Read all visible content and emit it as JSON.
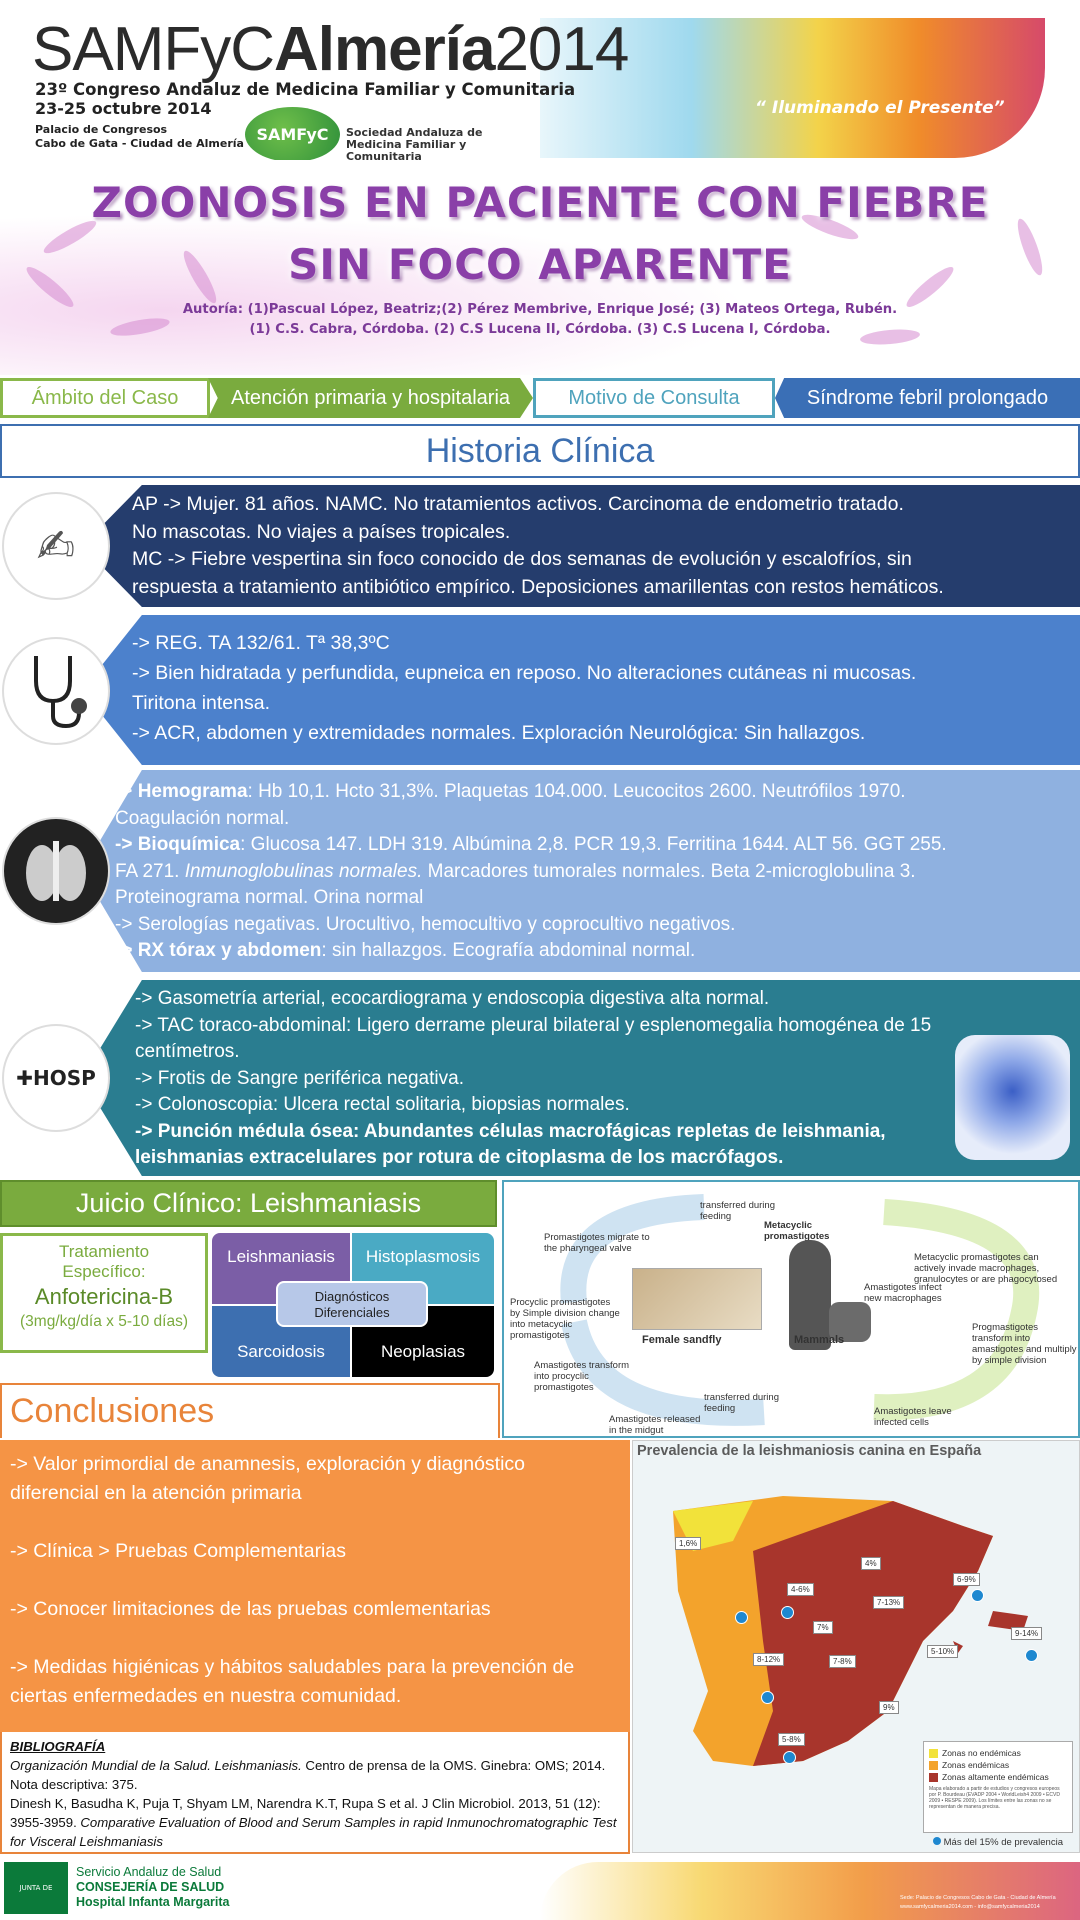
{
  "header": {
    "logo_light": "SAMFyC",
    "logo_bold": "Almería",
    "logo_year": "2014",
    "congress": "23º Congreso Andaluz de Medicina Familiar y Comunitaria",
    "dates": "23-25 octubre 2014",
    "venue_line1": "Palacio de Congresos",
    "venue_line2": "Cabo de Gata - Ciudad de Almería",
    "samfyc_logo": "SAMFyC",
    "society": "Sociedad Andaluza de Medicina Familiar y Comunitaria",
    "slogan": "“ Iluminando el Presente”"
  },
  "title": {
    "line1": "ZOONOSIS EN PACIENTE CON FIEBRE",
    "line2": "SIN FOCO APARENTE",
    "authors": "Autoría: (1)Pascual López, Beatriz;(2) Pérez Membrive, Enrique José; (3) Mateos Ortega, Rubén.",
    "affiliations": "(1) C.S. Cabra, Córdoba. (2) C.S Lucena II, Córdoba. (3) C.S Lucena I, Córdoba."
  },
  "tags": {
    "ambito_label": "Ámbito del Caso",
    "ambito_value": "Atención primaria y hospitalaria",
    "motivo_label": "Motivo de Consulta",
    "motivo_value": "Síndrome febril prolongado"
  },
  "historia": {
    "title": "Historia Clínica",
    "row1": [
      "AP -> Mujer. 81 años. NAMC. No tratamientos activos. Carcinoma de endometrio tratado.",
      "No mascotas. No viajes a países tropicales.",
      "MC -> Fiebre vespertina sin foco conocido de dos semanas de evolución y escalofríos, sin",
      "respuesta a tratamiento antibiótico empírico. Deposiciones amarillentas con restos hemáticos."
    ],
    "row2": [
      "-> REG. TA 132/61.  Tª 38,3ºC",
      "-> Bien hidratada y perfundida, eupneica en reposo. No alteraciones cutáneas ni mucosas.",
      "Tiritona intensa.",
      "-> ACR, abdomen y extremidades normales. Exploración Neurológica: Sin hallazgos."
    ],
    "row3": {
      "hemo_prefix": "-> ",
      "hemo_label": "Hemograma",
      "hemo_text": ": Hb 10,1. Hcto 31,3%. Plaquetas 104.000.  Leucocitos 2600.  Neutrófilos 1970.",
      "coag": "Coagulación normal.",
      "bioq_prefix": "-> ",
      "bioq_label": "Bioquímica",
      "bioq_text": ": Glucosa 147. LDH 319. Albúmina 2,8. PCR 19,3. Ferritina 1644. ALT 56. GGT 255.",
      "fa_pre": "FA 271. ",
      "fa_italic": "Inmunoglobulinas  normales.",
      "fa_post": "  Marcadores tumorales normales. Beta 2-microglobulina 3.",
      "proteino": "Proteinograma normal. Orina normal",
      "serol": "-> Serologías negativas. Urocultivo, hemocultivo y coprocultivo negativos.",
      "rx_label": "-> RX tórax y abdomen",
      "rx_text": ": sin hallazgos. Ecografía abdominal normal."
    },
    "row4": {
      "l1": "-> Gasometría arterial, ecocardiograma y endoscopia digestiva alta normal.",
      "l2_pre": "-> TAC toraco-abdominal: ",
      "l2_text": "Ligero derrame pleural bilateral y esplenomegalia homogénea de 15",
      "l3": "centímetros.",
      "l4": "-> Frotis de Sangre periférica negativa.",
      "l5": "-> Colonoscopia: Ulcera rectal solitaria, biopsias normales.",
      "l6": "-> Punción médula ósea: Abundantes células macrofágicas repletas de leishmania,",
      "l7": "leishmanias extracelulares por rotura de citoplasma de los macrófagos."
    },
    "icons": [
      "doctor-writing-icon",
      "stethoscope-icon",
      "chest-xray-icon",
      "hospital-icon"
    ]
  },
  "juicio": {
    "title": "Juicio Clínico: Leishmaniasis",
    "trat_l1": "Tratamiento",
    "trat_l2": "Específico:",
    "trat_drug": "Anfotericina-B",
    "trat_dose": "(3mg/kg/día x 5-10 días)",
    "dd": [
      "Leishmaniasis",
      "Histoplasmosis",
      "Sarcoidosis",
      "Neoplasias"
    ],
    "dd_center_l1": "Diagnósticos",
    "dd_center_l2": "Diferenciales"
  },
  "cycle": {
    "t1": "transferred during feeding",
    "t2": "Metacyclic promastigotes",
    "t3": "Promastigotes migrate to the pharyngeal valve",
    "t4": "Metacyclic promastigotes can actively invade macrophages, granulocytes or are phagocytosed",
    "t5": "Procyclic promastigotes by Simple division change into metacyclic promastigotes",
    "t6": "Female sandfly",
    "t7": "Mammals",
    "t8": "Amastigotes infect new macrophages",
    "t9": "Progmastigotes transform into amastigotes and multiply by simple division",
    "t10": "Amastigotes transform into procyclic promastigotes",
    "t11": "transferred during feeding",
    "t12": "Amastigotes released in the midgut",
    "t13": "Amastigotes leave infected cells"
  },
  "conclusiones": {
    "title": "Conclusiones",
    "items": [
      "-> Valor primordial de anamnesis, exploración y diagnóstico diferencial en la atención primaria",
      "-> Clínica > Pruebas Complementarias",
      "-> Conocer limitaciones de las pruebas comlementarias",
      "-> Medidas higiénicas y hábitos saludables para la prevención de ciertas enfermedades en nuestra comunidad."
    ]
  },
  "bibliografia": {
    "heading": "BIBLIOGRAFÍA",
    "ref1_italic": "Organización Mundial de la Salud. Leishmaniasis.",
    "ref1_text": " Centro de prensa de la OMS. Ginebra: OMS; 2014. Nota descriptiva: 375.",
    "ref2_text": "Dinesh K, Basudha K, Puja T, Shyam LM, Narendra K.T, Rupa S et al. J Clin Microbiol. 2013, 51 (12): 3955-3959. ",
    "ref2_italic": "Comparative Evaluation of Blood and Serum Samples in rapid Inmunochromatographic Test for Visceral Leishmaniasis"
  },
  "map": {
    "title": "Prevalencia de la leishmaniosis canina en España",
    "labels": [
      "1,6%",
      "4%",
      "4-6%",
      "7-13%",
      "6-9%",
      "7%",
      "9-14%",
      "5-10%",
      "8-12%",
      "7-8%",
      "9%",
      "5-8%"
    ],
    "legend": [
      "Zonas no endémicas",
      "Zonas endémicas",
      "Zonas altamente endémicas"
    ],
    "legend_colors": [
      "#f2e23a",
      "#f3a32c",
      "#a8352c"
    ],
    "legend_note": "Mapa elaborado a partir de estudios y congresos europeos por P. Bourdeau (EVADP 2004 • WorldLeish4 2009 • ECVD 2009 • RESPE 2009). Los límites entre las zonas no se representan de manera precisa.",
    "dots_note": "Más del 15% de prevalencia"
  },
  "footer": {
    "junta": "JUNTA DE ANDALUCIA",
    "sas1": "Servicio Andaluz de Salud",
    "sas2": "CONSEJERÍA DE SALUD",
    "sas3": "Hospital Infanta Margarita",
    "note1": "Sede: Palacio de Congresos Cabo de Gata - Ciudad de Almería",
    "note2": "www.samfycalmeria2014.com - info@samfycalmeria2014"
  }
}
